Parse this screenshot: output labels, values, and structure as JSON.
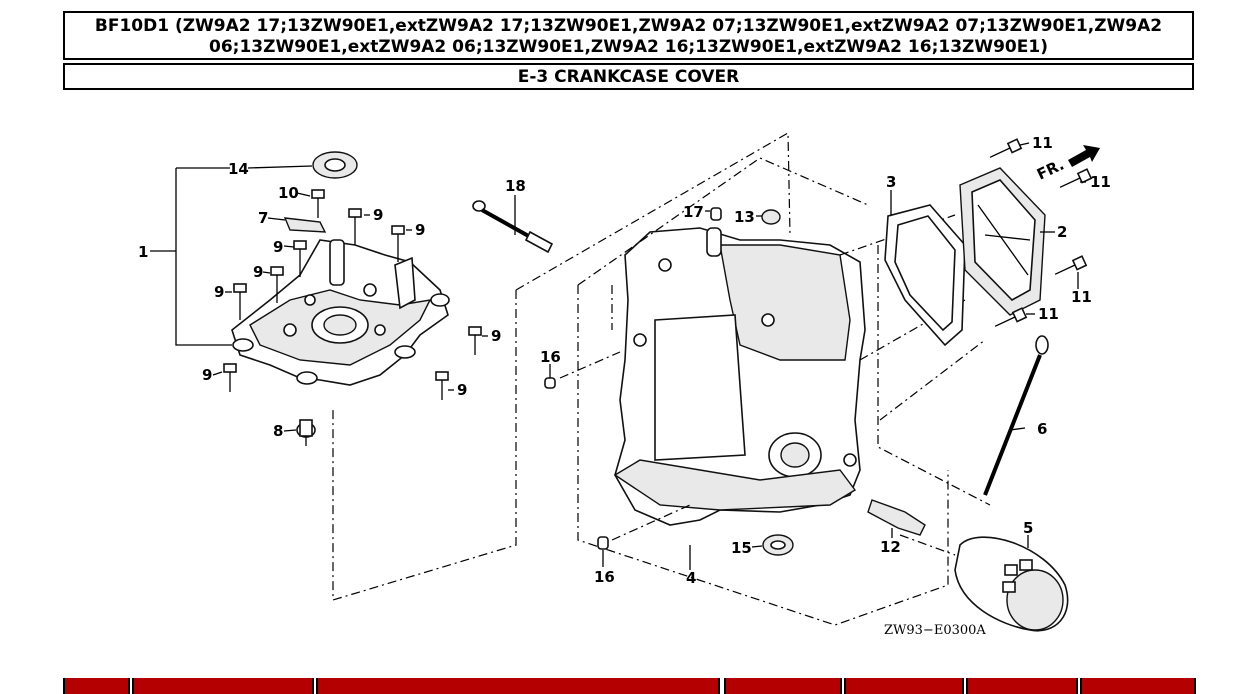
{
  "header": {
    "model_title": "BF10D1 (ZW9A2 17;13ZW90E1,extZW9A2 17;13ZW90E1,ZW9A2 07;13ZW90E1,extZW9A2 07;13ZW90E1,ZW9A2 06;13ZW90E1,extZW9A2 06;13ZW90E1,ZW9A2 16;13ZW90E1,extZW9A2 16;13ZW90E1)",
    "section_title": "E-3 CRANKCASE COVER"
  },
  "diagram": {
    "callouts": {
      "c1": "1",
      "c2": "2",
      "c3": "3",
      "c4": "4",
      "c5": "5",
      "c6": "6",
      "c7": "7",
      "c8": "8",
      "c9a": "9",
      "c9b": "9",
      "c9c": "9",
      "c9d": "9",
      "c9e": "9",
      "c9f": "9",
      "c9g": "9",
      "c9h": "9",
      "c10": "10",
      "c11a": "11",
      "c11b": "11",
      "c11c": "11",
      "c11d": "11",
      "c12": "12",
      "c13": "13",
      "c14": "14",
      "c15": "15",
      "c16a": "16",
      "c16b": "16",
      "c17": "17",
      "c18": "18"
    },
    "direction_label": "FR.",
    "drawing_code": "ZW93−E0300A"
  },
  "table": {
    "columns": [
      "",
      "",
      "",
      "",
      "",
      "",
      ""
    ]
  }
}
